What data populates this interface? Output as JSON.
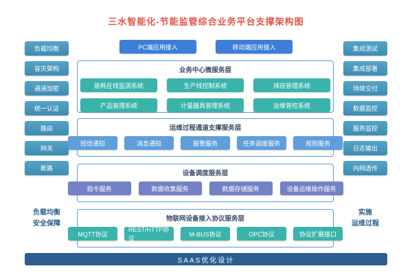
{
  "title": "三水智能化-节能监管综合业务平台支撑架构图",
  "colors": {
    "title": "#e25749",
    "side_button": "#4795bc",
    "access_button": "#3c7ed8",
    "teal_button": "#3ab3ab",
    "light_blue_button": "#5f9ed9",
    "slate_button": "#7282c5",
    "section_border": "#5b9bd5",
    "bottom_bar": "#2b5f92"
  },
  "left_column": {
    "items": [
      "负载均衡",
      "容灾架构",
      "通道加密",
      "统一认证",
      "路由",
      "网关",
      "断路"
    ],
    "footer": [
      "负载均衡",
      "安全保障"
    ]
  },
  "right_column": {
    "items": [
      "集成测试",
      "集成部署",
      "持续交付",
      "数据监控",
      "服务监控",
      "日志输出",
      "内网透传"
    ],
    "footer": [
      "实施",
      "运维过程"
    ]
  },
  "access": {
    "pc": "PC端应用接入",
    "mobile": "移动端应用接入"
  },
  "sections": [
    {
      "header": "业务中心微服务层",
      "rows": [
        [
          "能耗在线监测系统",
          "生产线控制系统",
          "排班管理系统"
        ],
        [
          "产品管理系统",
          "计量器具管理系统",
          "运维管控系统"
        ]
      ]
    },
    {
      "header": "运维过程通道支撑服务层",
      "rows": [
        [
          "短信通知",
          "消息通知",
          "报警服务",
          "任务调度服务",
          "规则服务"
        ]
      ]
    },
    {
      "header": "设备调度服务层",
      "rows": [
        [
          "指令服务",
          "数据收集服务",
          "数据存储服务",
          "设备运维操作服务"
        ]
      ]
    },
    {
      "header": "物联网设备接入协议服务层",
      "rows": [
        [
          "MQTT协议",
          "REST/HTTP协议",
          "M-BUS协议",
          "OPC协议",
          "协议扩展接口"
        ]
      ]
    }
  ],
  "saas_label": "SAAS优化设计"
}
